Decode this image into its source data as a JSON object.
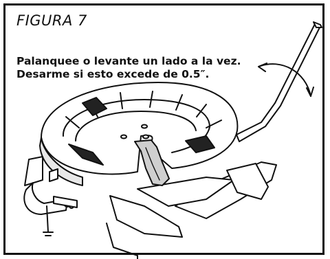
{
  "figure": {
    "title": "FIGURA 7",
    "instructions": [
      "Palanquee o levante un lado a la vez.",
      "Desarme si esto excede de 0.5″."
    ]
  },
  "icons": [
    "fifth-wheel-hitch-illustration",
    "pry-bar-illustration",
    "rotation-arrow-icon",
    "c-clamp-illustration"
  ]
}
